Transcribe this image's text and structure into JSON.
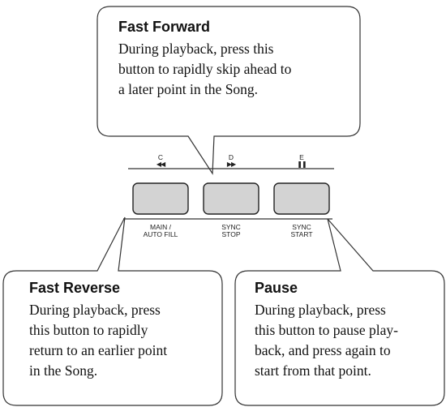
{
  "callouts": {
    "fast_forward": {
      "title": "Fast Forward",
      "lines": [
        "During playback, press this",
        "button to rapidly skip ahead to",
        "a later point in the Song."
      ]
    },
    "fast_reverse": {
      "title": "Fast Reverse",
      "lines": [
        "During playback, press",
        "this button to rapidly",
        "return to an earlier point",
        "in the Song."
      ]
    },
    "pause": {
      "title": "Pause",
      "lines": [
        "During playback, press",
        "this button to pause play-",
        "back, and press again to",
        "start from that point."
      ]
    }
  },
  "panel": {
    "buttons": [
      {
        "note": "C",
        "symbol": "◀◀",
        "symbol_icon": "rewind-icon",
        "label_line1": "MAIN /",
        "label_line2": "AUTO FILL"
      },
      {
        "note": "D",
        "symbol": "▶▶",
        "symbol_icon": "fast-forward-icon",
        "label_line1": "SYNC",
        "label_line2": "STOP"
      },
      {
        "note": "E",
        "symbol": "❚❚",
        "symbol_icon": "pause-icon",
        "label_line1": "SYNC",
        "label_line2": "START"
      }
    ],
    "button_color": "#d3d3d3"
  }
}
